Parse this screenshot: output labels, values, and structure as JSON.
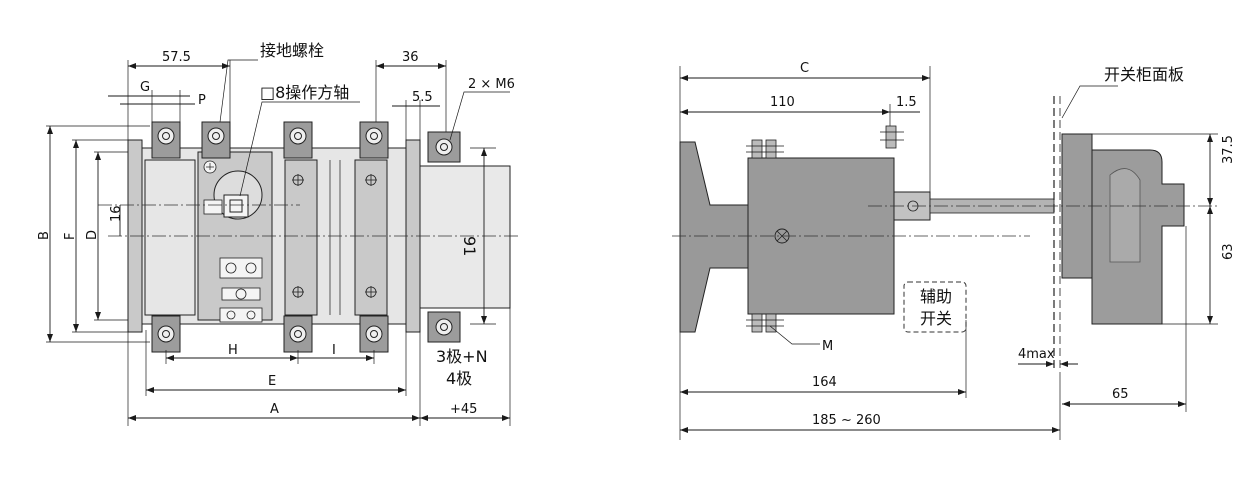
{
  "left_view": {
    "dims": {
      "d_57_5": "57.5",
      "d_36": "36",
      "d_5_5": "5.5",
      "d_2xM6": "2 × M6",
      "d_G": "G",
      "d_P": "P",
      "d_B": "B",
      "d_F": "F",
      "d_D": "D",
      "d_16": "16",
      "d_91": "91",
      "d_H": "H",
      "d_I": "I",
      "d_E": "E",
      "d_A": "A",
      "d_plus45": "+45"
    },
    "notes": {
      "ground_bolt": "接地螺栓",
      "square_shaft": "□8操作方轴",
      "pole_3n": "3极+N",
      "pole_4": "4极"
    }
  },
  "right_view": {
    "dims": {
      "d_C": "C",
      "d_110": "110",
      "d_1_5": "1.5",
      "d_37_5": "37.5",
      "d_63": "63",
      "d_M": "M",
      "d_4max": "4max",
      "d_164": "164",
      "d_185_260": "185 ~ 260",
      "d_65": "65"
    },
    "notes": {
      "panel": "开关柜面板",
      "aux_line1": "辅助",
      "aux_line2": "开关"
    }
  }
}
